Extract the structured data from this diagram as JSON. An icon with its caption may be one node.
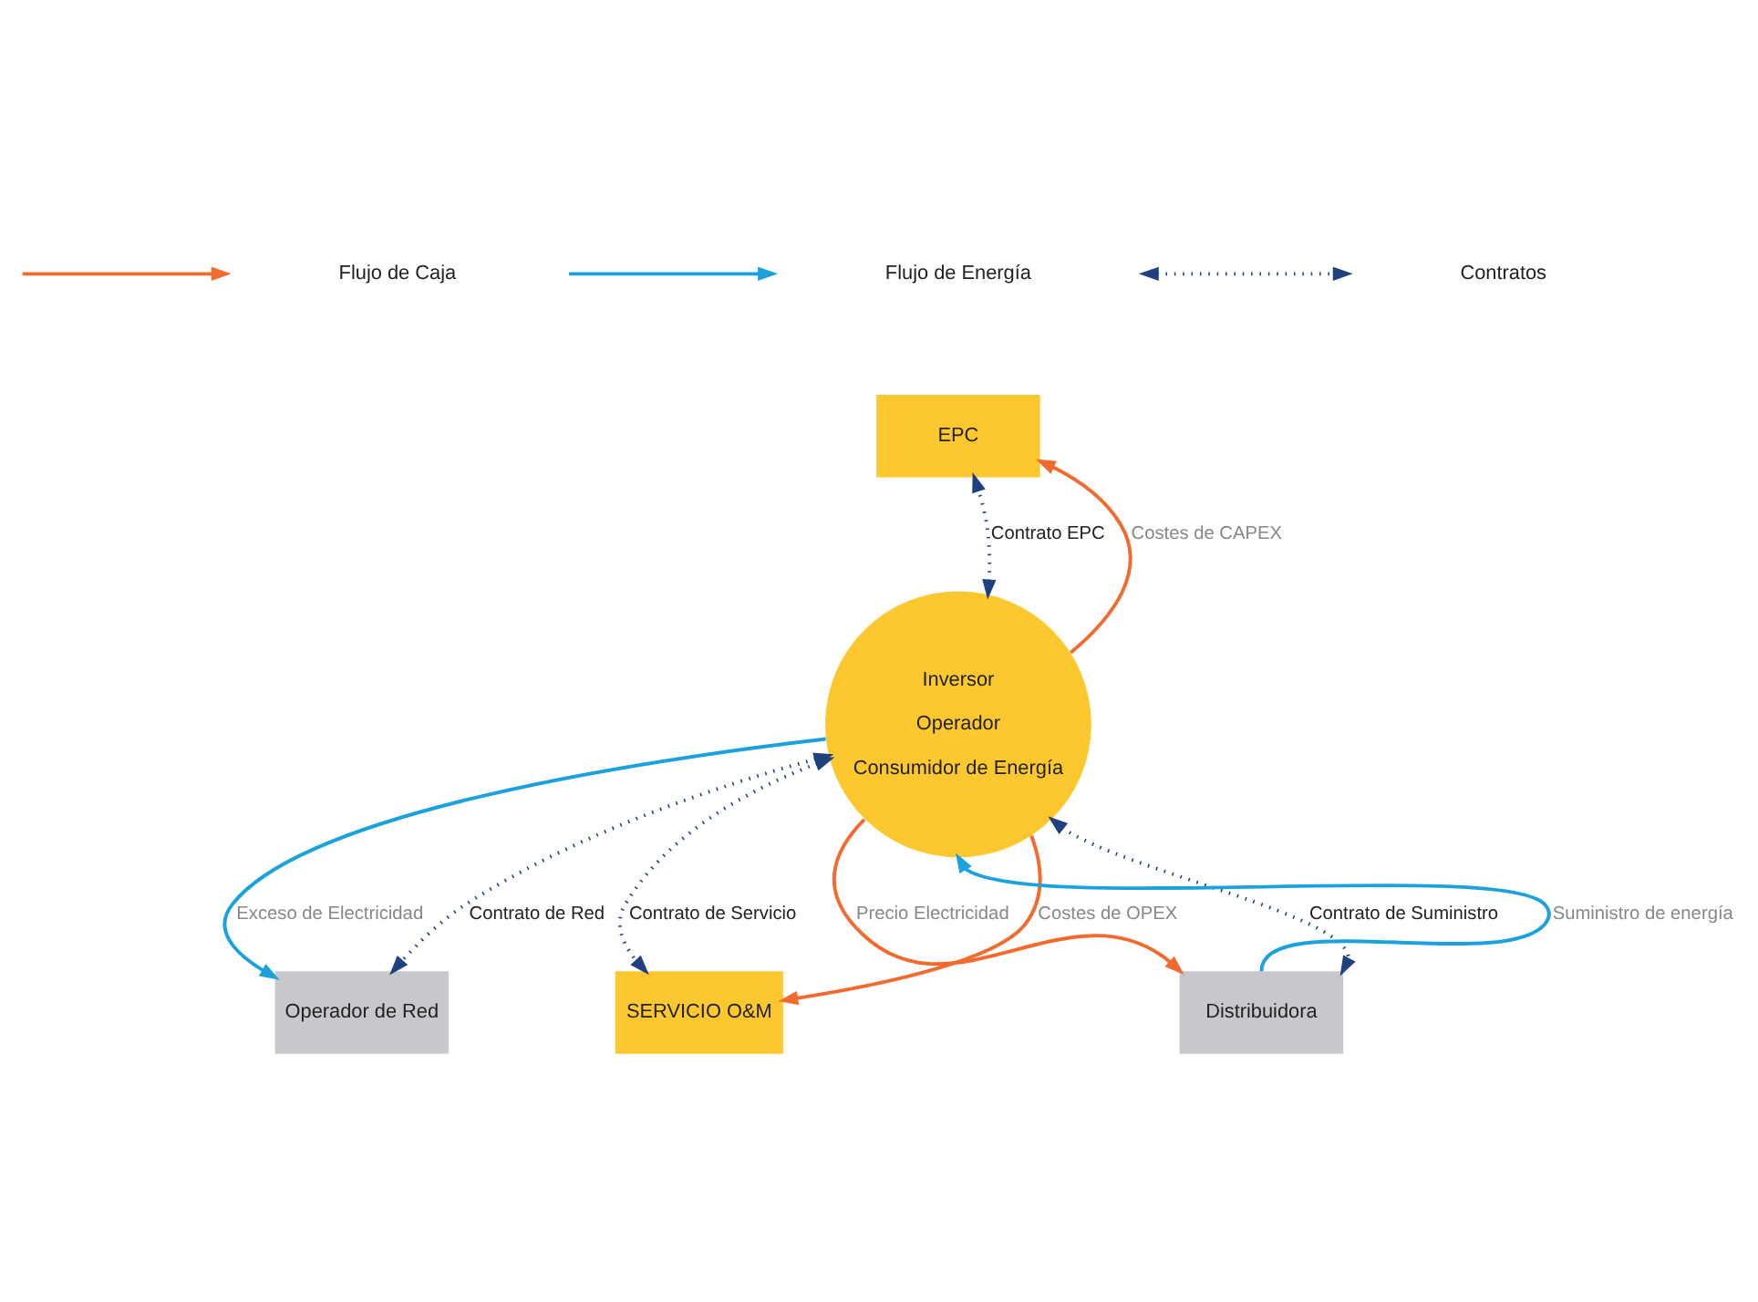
{
  "diagram": {
    "nodes": [
      {
        "text": [
          "EPC"
        ]
      },
      {
        "text": [
          "Inversor",
          "Operador",
          "Consumidor de Energía"
        ]
      },
      {
        "text": [
          "SERVICIO O&M"
        ]
      },
      {
        "text": [
          "Operador de Red"
        ]
      },
      {
        "text": [
          "Distribuidora"
        ]
      }
    ],
    "edges": [
      {
        "from": 1,
        "to": 0,
        "arrow": "both",
        "style": "dashed",
        "label": "Contrato EPC"
      },
      {
        "from": 1,
        "to": 0,
        "arrow": "to",
        "color": "#f26a2e",
        "label": "Costes de CAPEX"
      },
      {
        "from": 1,
        "to": 2,
        "arrow": "both",
        "style": "dashed",
        "label": "Contrato de Servicio"
      },
      {
        "from": 1,
        "to": 2,
        "arrow": "to",
        "color": "#f26a2e",
        "label": "Costes de OPEX"
      },
      {
        "from": 1,
        "to": 3,
        "arrow": "both",
        "style": "dashed",
        "label": "Contrato de Red"
      },
      {
        "from": 1,
        "to": 3,
        "arrow": "to",
        "color": "#1ba1dc",
        "label": "Exceso de Electricidad"
      },
      {
        "from": 1,
        "to": 4,
        "arrow": "to",
        "color": "#f26a2e",
        "label": "Precio Electricidad"
      },
      {
        "from": 4,
        "to": 1,
        "arrow": "to",
        "color": "#1ba1dc",
        "label": "Suministro de energía"
      },
      {
        "from": 1,
        "to": 4,
        "arrow": "both",
        "style": "dashed",
        "label": "Contrato de Suministro"
      }
    ],
    "legend": [
      {
        "text": "Flujo de Caja"
      },
      {
        "text": "Flujo de Energía"
      },
      {
        "text": "Contratos"
      }
    ]
  }
}
